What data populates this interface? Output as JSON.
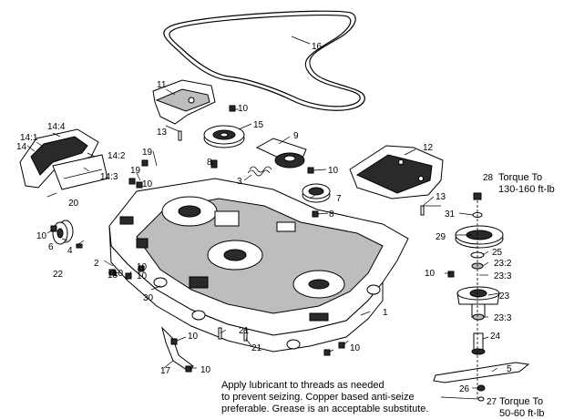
{
  "callouts": {
    "c1": "1",
    "c2": "2",
    "c3": "3",
    "c4": "4",
    "c5": "5",
    "c6": "6",
    "c7": "7",
    "c8a": "8",
    "c8b": "8",
    "c9": "9",
    "c10a": "10",
    "c10b": "10",
    "c10c": "10",
    "c10d": "10",
    "c10e": "10",
    "c10f": "10",
    "c10g": "10",
    "c10h": "10",
    "c10i": "10",
    "c10j": "10",
    "c10k": "10",
    "c11": "11",
    "c12": "12",
    "c13a": "13",
    "c13b": "13",
    "c14": "14",
    "c14_1": "14:1",
    "c14_2": "14:2",
    "c14_3": "14:3",
    "c14_4": "14:4",
    "c15": "15",
    "c16": "16",
    "c17": "17",
    "c18": "18",
    "c19a": "19",
    "c19b": "19",
    "c20": "20",
    "c21a": "21",
    "c21b": "21",
    "c22": "22",
    "c23": "23",
    "c23_2": "23:2",
    "c23_3a": "23:3",
    "c23_3b": "23:3",
    "c24": "24",
    "c25": "25",
    "c26": "26",
    "c27": "27",
    "c28": "28",
    "c29": "29",
    "c30": "30",
    "c31": "31"
  },
  "torque_top": {
    "line1": "Torque To",
    "line2": "130-160 ft-lb"
  },
  "torque_bottom": {
    "line1": "Torque To",
    "line2": "50-60 ft-lb"
  },
  "note": {
    "line1": "Apply lubricant to threads as needed",
    "line2": "to prevent seizing. Copper based anti-seize",
    "line3": "preferable. Grease is an acceptable substitute."
  }
}
